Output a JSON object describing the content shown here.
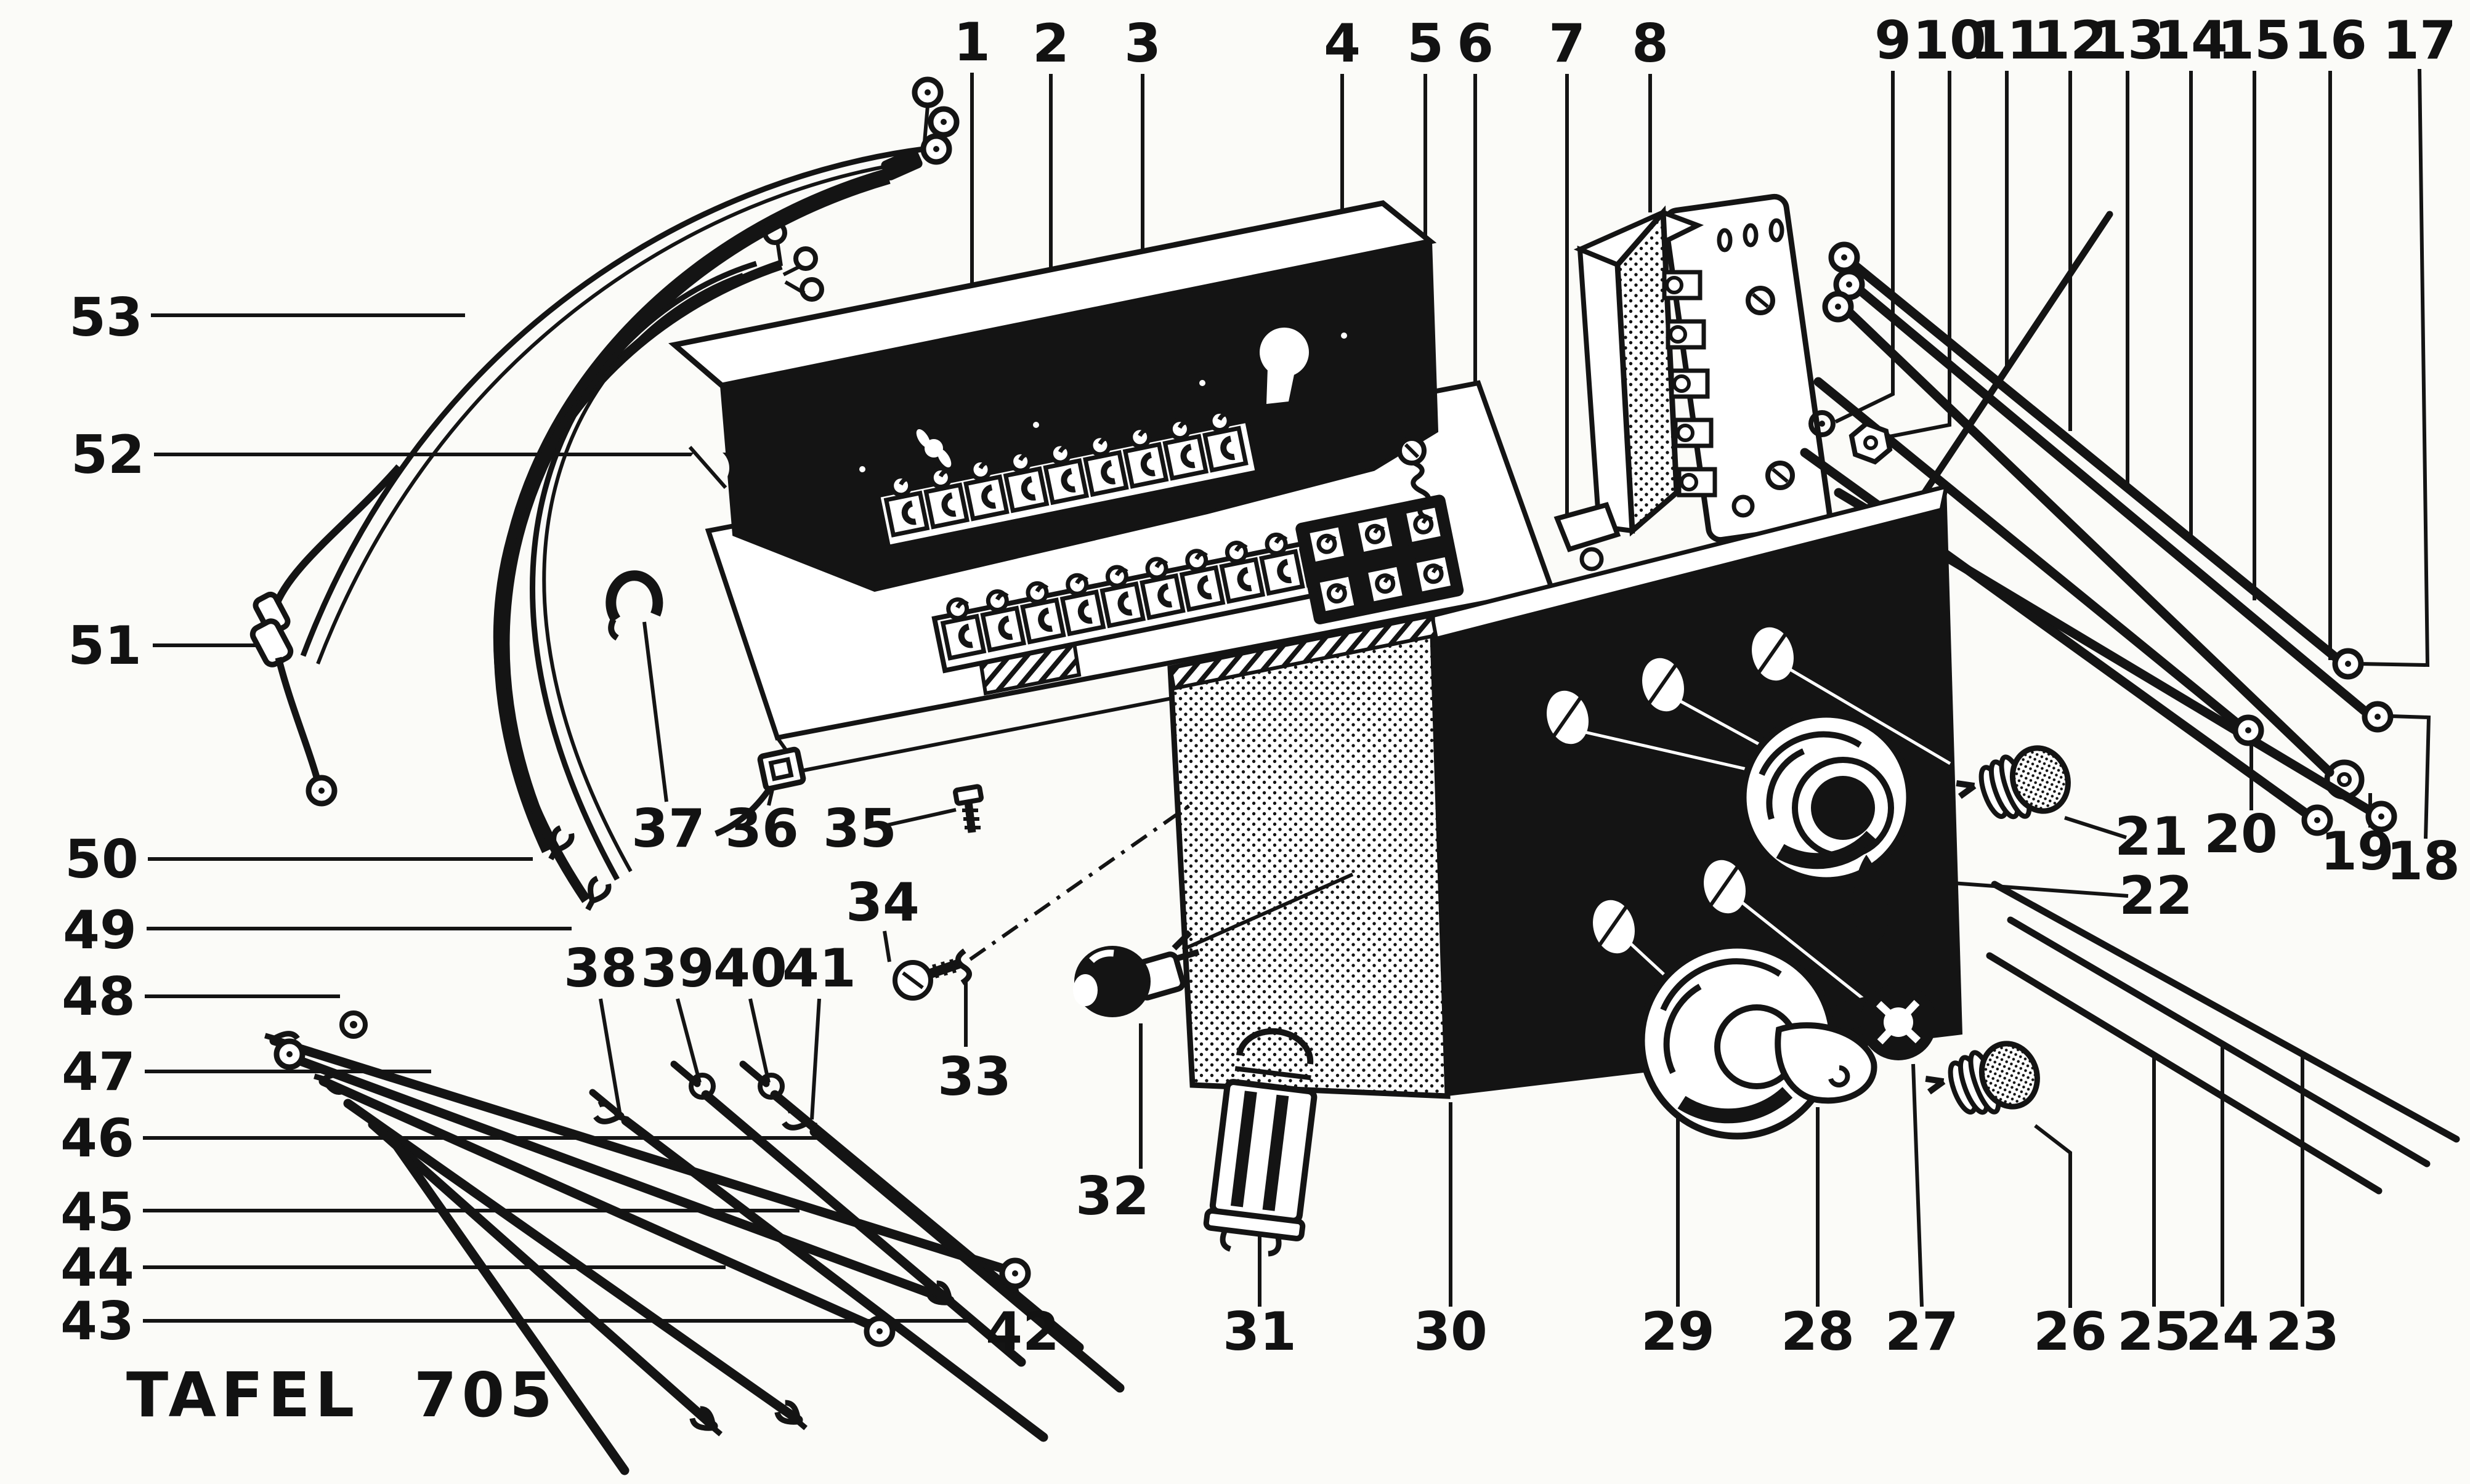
{
  "title": "TAFEL 705",
  "callouts": {
    "c1": "1",
    "c2": "2",
    "c3": "3",
    "c4": "4",
    "c5": "5",
    "c6": "6",
    "c7": "7",
    "c8": "8",
    "c9": "9",
    "c10": "10",
    "c11": "11",
    "c12": "12",
    "c13": "13",
    "c14": "14",
    "c15": "15",
    "c16": "16",
    "c17": "17",
    "c18": "18",
    "c19": "19",
    "c20": "20",
    "c21": "21",
    "c22": "22",
    "c23": "23",
    "c24": "24",
    "c25": "25",
    "c26": "26",
    "c27": "27",
    "c28": "28",
    "c29": "29",
    "c30": "30",
    "c31": "31",
    "c32": "32",
    "c33": "33",
    "c34": "34",
    "c35": "35",
    "c36": "36",
    "c37": "37",
    "c38": "38",
    "c39": "39",
    "c40": "40",
    "c41": "41",
    "c42": "42",
    "c43": "43",
    "c44": "44",
    "c45": "45",
    "c46": "46",
    "c47": "47",
    "c48": "48",
    "c49": "49",
    "c50": "50",
    "c51": "51",
    "c52": "52",
    "c53": "53"
  }
}
